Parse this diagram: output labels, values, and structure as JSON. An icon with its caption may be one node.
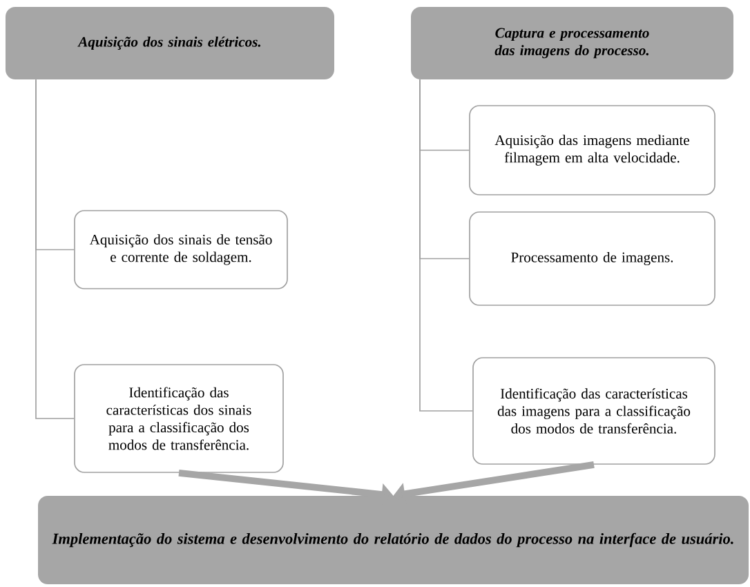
{
  "diagram": {
    "nodes": [
      {
        "text": [
          "Aquisição dos sinais elétricos."
        ]
      },
      {
        "text": [
          "Aquisição dos sinais de tensão e corrente de soldagem."
        ]
      },
      {
        "text": [
          "Identificação das características dos sinais para a classificação dos modos de transferência."
        ]
      },
      {
        "text": [
          "Captura e processamento das imagens do processo."
        ]
      },
      {
        "text": [
          "Aquisição das imagens mediante filmagem em alta velocidade."
        ]
      },
      {
        "text": [
          "Processamento de imagens."
        ]
      },
      {
        "text": [
          "Identificação das características das imagens para a classificação dos modos de transferência."
        ]
      },
      {
        "text": [
          "Implementação do sistema e desenvolvimento do relatório de dados do processo na interface de usuário."
        ]
      }
    ],
    "edges": [
      {
        "from": 0,
        "to": 1,
        "arrow": "none"
      },
      {
        "from": 0,
        "to": 2,
        "arrow": "none"
      },
      {
        "from": 3,
        "to": 4,
        "arrow": "none"
      },
      {
        "from": 3,
        "to": 5,
        "arrow": "none"
      },
      {
        "from": 3,
        "to": 6,
        "arrow": "none"
      },
      {
        "from": 2,
        "to": 7,
        "arrow": "to",
        "style": "thick"
      },
      {
        "from": 6,
        "to": 7,
        "arrow": "to",
        "style": "thick"
      }
    ]
  }
}
